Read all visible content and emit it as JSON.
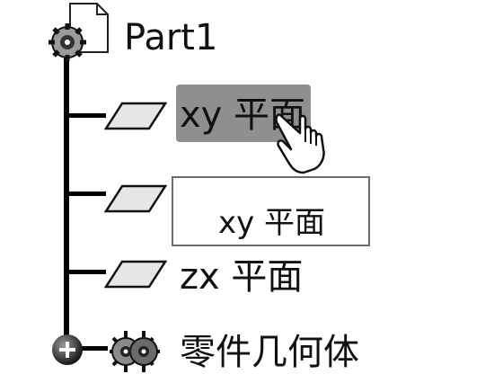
{
  "tree": {
    "root": {
      "label": "Part1",
      "icon": "part-document-gear-icon"
    },
    "items": [
      {
        "label": "xy 平面",
        "icon": "plane-icon",
        "state": "highlighted"
      },
      {
        "label": "",
        "icon": "plane-icon"
      },
      {
        "label": "zx 平面",
        "icon": "plane-icon"
      },
      {
        "label": "零件几何体",
        "icon": "part-body-gear-icon",
        "expand_icon": "plus-expand-icon"
      }
    ]
  },
  "tooltip": {
    "text": "xy 平面"
  },
  "cursor": {
    "icon": "hand-pointer-icon"
  },
  "colors": {
    "highlight": "#8f8f8f",
    "lines": "#000000",
    "plane_fill": "#e6e6e6"
  }
}
